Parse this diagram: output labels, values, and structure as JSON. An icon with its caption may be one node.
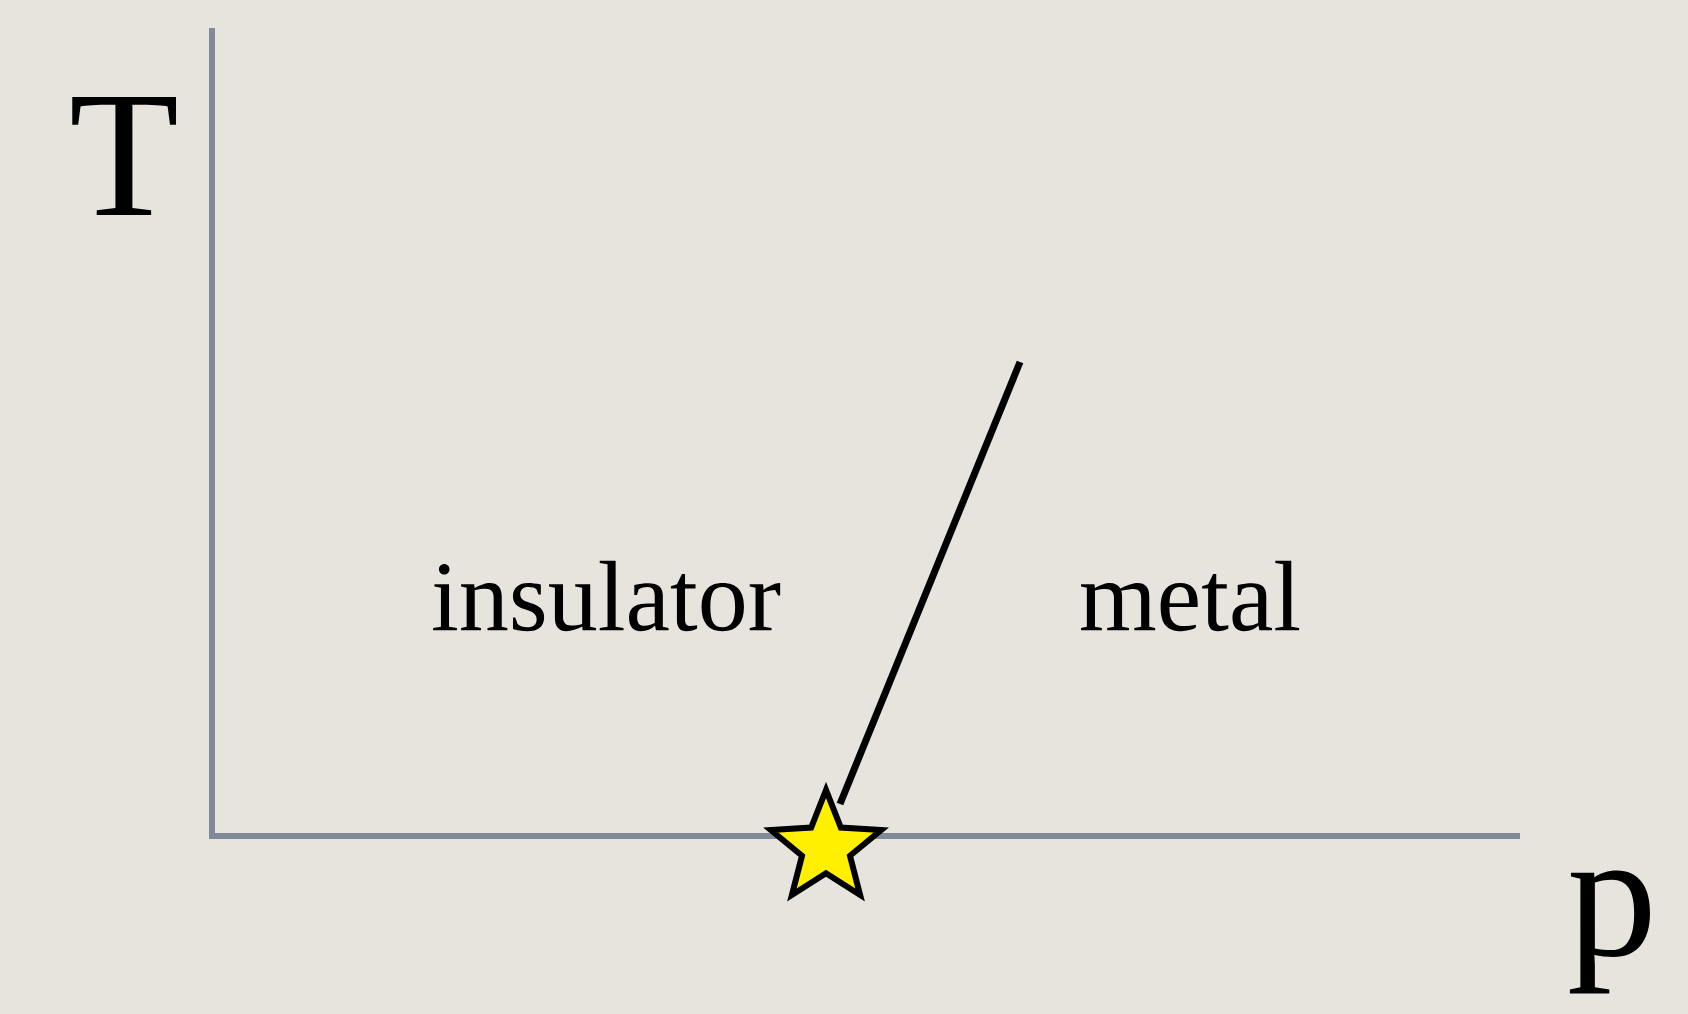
{
  "diagram": {
    "labels": [
      "T",
      "insulator",
      "metal",
      "p"
    ]
  }
}
